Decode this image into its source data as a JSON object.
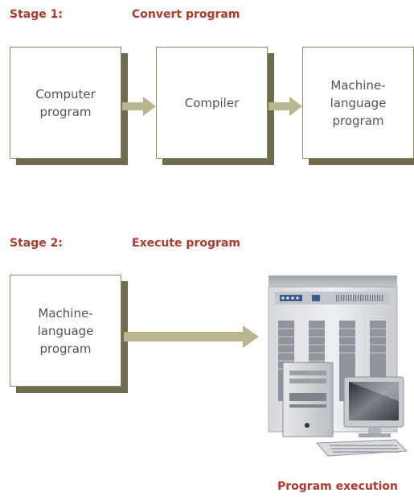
{
  "stage1": {
    "label": "Stage 1:",
    "title": "Convert program",
    "boxes": [
      {
        "text": "Computer\nprogram"
      },
      {
        "text": "Compiler"
      },
      {
        "text": "Machine-\nlanguage\nprogram"
      }
    ]
  },
  "stage2": {
    "label": "Stage 2:",
    "title": "Execute program",
    "box": {
      "text": "Machine-\nlanguage\nprogram"
    },
    "caption": "Program execution"
  },
  "colors": {
    "accent": "#b33a2a",
    "box_border": "#8c8a66",
    "box_shadow": "#6f6b4f",
    "arrow": "#b8b68c",
    "text": "#555555"
  }
}
